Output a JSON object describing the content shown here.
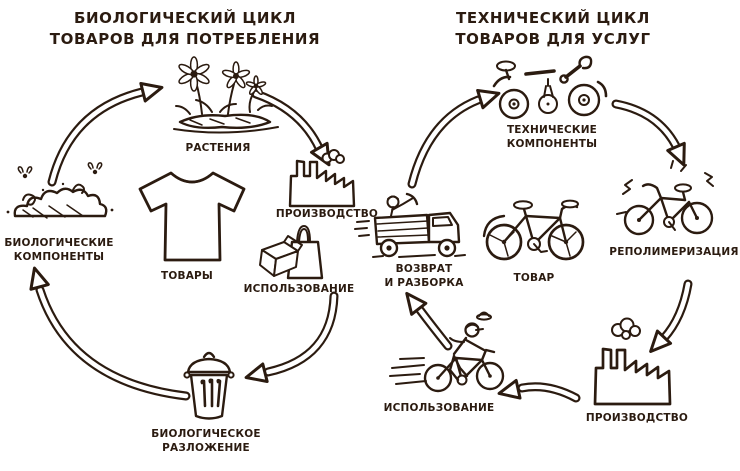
{
  "canvas": {
    "bg": "#ffffff",
    "ink": "#2b1b10"
  },
  "left_cycle": {
    "title": {
      "line1": "БИОЛОГИЧЕСКИЙ ЦИКЛ",
      "line2": "ТОВАРОВ ДЛЯ ПОТРЕБЛЕНИЯ"
    },
    "plants_label": "РАСТЕНИЯ",
    "bio_components_label": {
      "line1": "БИОЛОГИЧЕСКИЕ",
      "line2": "КОМПОНЕНТЫ"
    },
    "goods_label": "ТОВАРЫ",
    "production_label": "ПРОИЗВОДСТВО",
    "usage_label": "ИСПОЛЬЗОВАНИЕ",
    "decomposition_label": {
      "line1": "БИОЛОГИЧЕСКОЕ",
      "line2": "РАЗЛОЖЕНИЕ"
    }
  },
  "right_cycle": {
    "title": {
      "line1": "ТЕХНИЧЕСКИЙ ЦИКЛ",
      "line2": "ТОВАРОВ ДЛЯ УСЛУГ"
    },
    "tech_components_label": {
      "line1": "ТЕХНИЧЕСКИЕ",
      "line2": "КОМПОНЕНТЫ"
    },
    "repolymerization_label": "РЕПОЛИМЕРИЗАЦИЯ",
    "production_label": "ПРОИЗВОДСТВО",
    "usage_label": "ИСПОЛЬЗОВАНИЕ",
    "return_label": {
      "line1": "ВОЗВРАТ",
      "line2": "И РАЗБОРКА"
    },
    "product_label": "ТОВАР"
  }
}
